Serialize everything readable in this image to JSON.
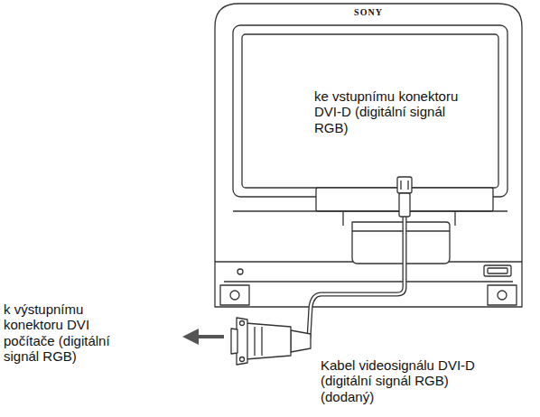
{
  "diagram": {
    "labels": [
      "SONY",
      "ke vstupnímu konektoru DVI-D (digitální signál RGB)",
      "k výstupnímu konektoru DVI počítače (digitální signál RGB)",
      "Kabel videosignálu DVI-D (digitální signál RGB) (dodaný)"
    ]
  }
}
